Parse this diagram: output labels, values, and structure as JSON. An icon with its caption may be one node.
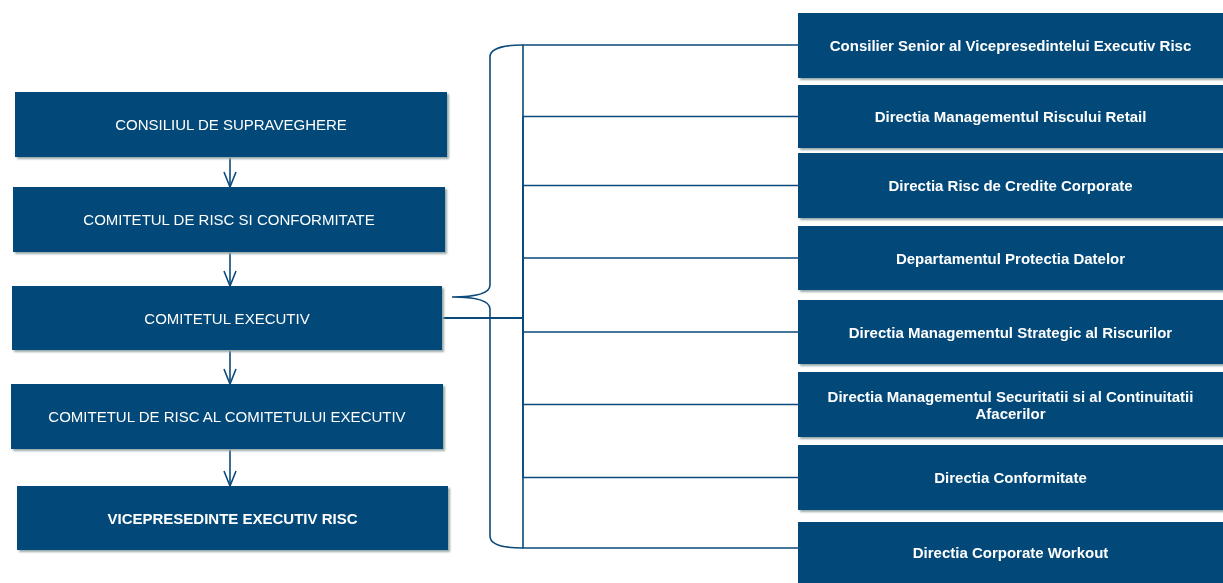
{
  "diagram": {
    "nodes": [
      {
        "text": [
          "CONSILIUL DE SUPRAVEGHERE"
        ]
      },
      {
        "text": [
          "COMITETUL DE RISC SI CONFORMITATE"
        ]
      },
      {
        "text": [
          "COMITETUL EXECUTIV"
        ]
      },
      {
        "text": [
          "COMITETUL DE RISC AL COMITETULUI EXECUTIV"
        ]
      },
      {
        "text": [
          "VICEPRESEDINTE EXECUTIV RISC"
        ]
      },
      {
        "text": [
          "Consilier Senior al Vicepresedintelui Executiv Risc"
        ]
      },
      {
        "text": [
          "Directia Managementul Riscului Retail"
        ]
      },
      {
        "text": [
          "Directia Risc de Credite Corporate"
        ]
      },
      {
        "text": [
          "Departamentul Protectia Datelor"
        ]
      },
      {
        "text": [
          "Directia Managementul Strategic al Riscurilor"
        ]
      },
      {
        "text": [
          "Directia Managementul Securitatii si al Continuitatii Afacerilor"
        ]
      },
      {
        "text": [
          "Directia Conformitate"
        ]
      },
      {
        "text": [
          "Directia Corporate Workout"
        ]
      }
    ],
    "edges": [
      {
        "from": 0,
        "to": 1,
        "arrow": "to"
      },
      {
        "from": 1,
        "to": 2,
        "arrow": "to"
      },
      {
        "from": 2,
        "to": 3,
        "arrow": "to"
      },
      {
        "from": 3,
        "to": 4,
        "arrow": "to"
      },
      {
        "from": 2,
        "to": 5,
        "arrow": "none"
      },
      {
        "from": 2,
        "to": 6,
        "arrow": "none"
      },
      {
        "from": 2,
        "to": 7,
        "arrow": "none"
      },
      {
        "from": 2,
        "to": 8,
        "arrow": "none"
      },
      {
        "from": 2,
        "to": 9,
        "arrow": "none"
      },
      {
        "from": 2,
        "to": 10,
        "arrow": "none"
      },
      {
        "from": 2,
        "to": 11,
        "arrow": "none"
      },
      {
        "from": 2,
        "to": 12,
        "arrow": "none"
      }
    ]
  }
}
